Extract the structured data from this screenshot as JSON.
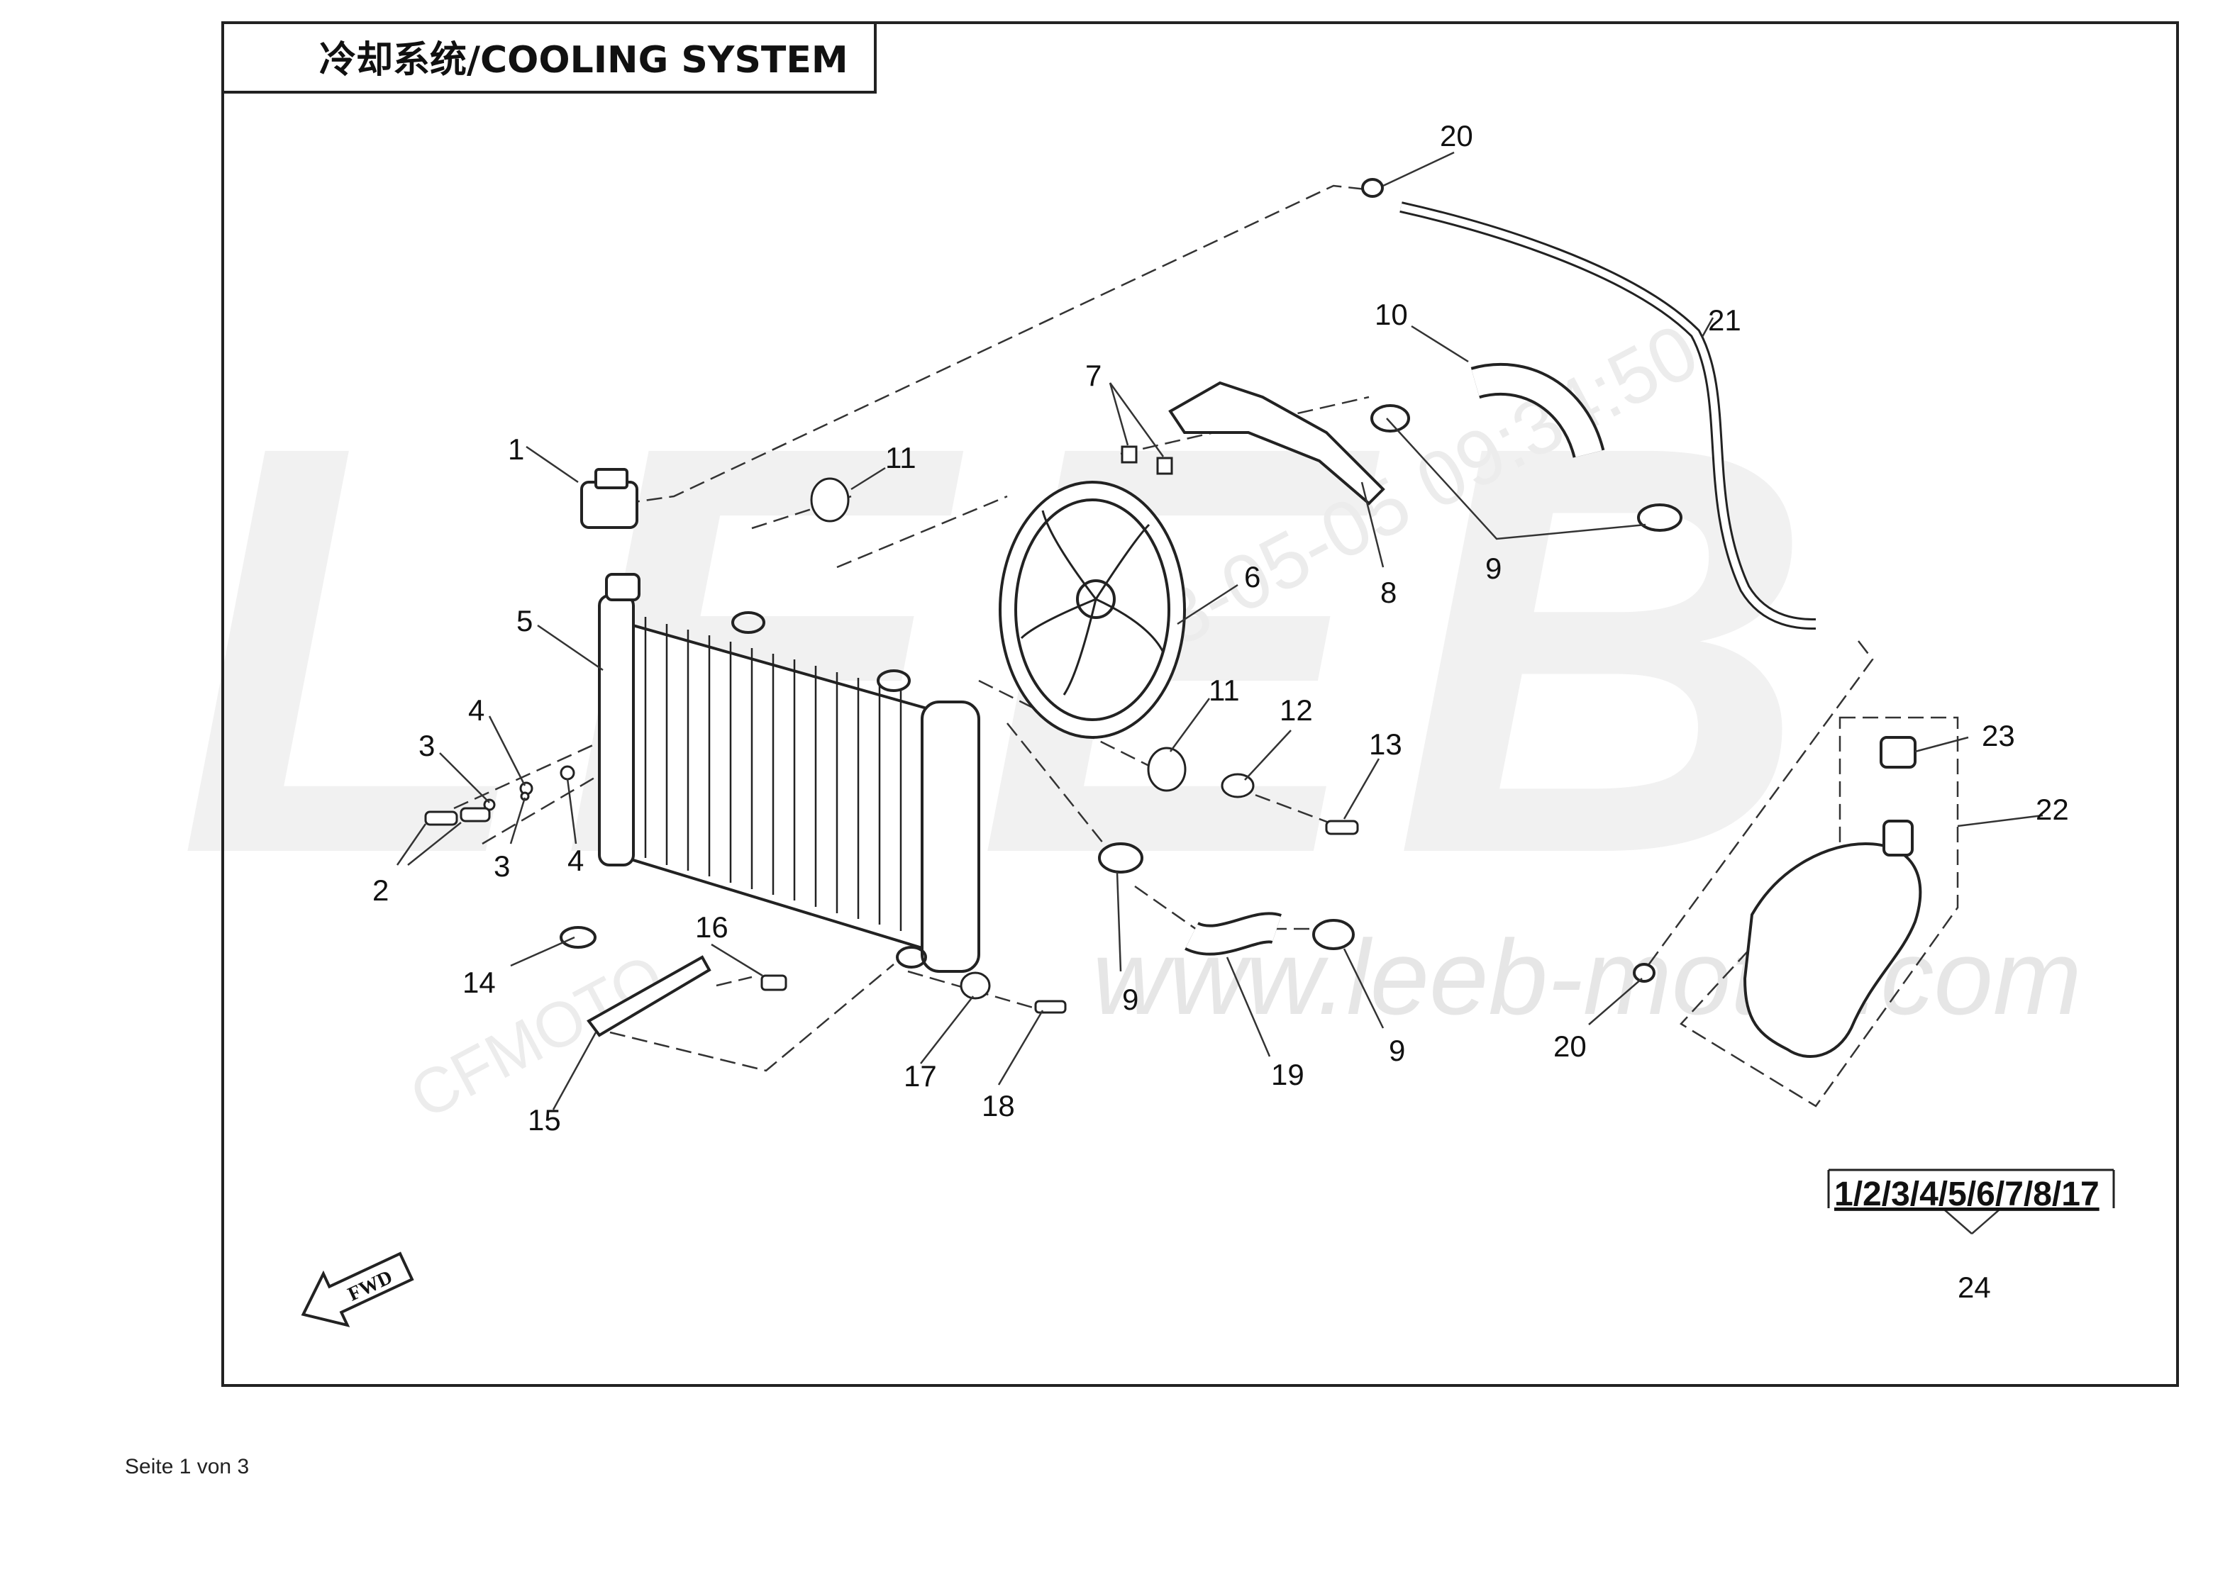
{
  "diagram": {
    "title": "冷却系统/COOLING SYSTEM",
    "part_numbers": [
      "1",
      "2",
      "3",
      "3",
      "4",
      "4",
      "5",
      "6",
      "7",
      "8",
      "9",
      "9",
      "9",
      "10",
      "11",
      "11",
      "12",
      "13",
      "14",
      "15",
      "16",
      "17",
      "18",
      "19",
      "20",
      "20",
      "21",
      "22",
      "23",
      "24"
    ],
    "kit_note": "1/2/3/4/5/6/7/8/17",
    "fwd_label": "FWD",
    "watermarks": {
      "brand": "LEEB",
      "site": "www.leeb-motor.com",
      "maker": "CFMOTO",
      "date_stamp": "2023-05-05 09:34:50"
    }
  },
  "footer": {
    "page_text": "Seite 1 von 3"
  }
}
